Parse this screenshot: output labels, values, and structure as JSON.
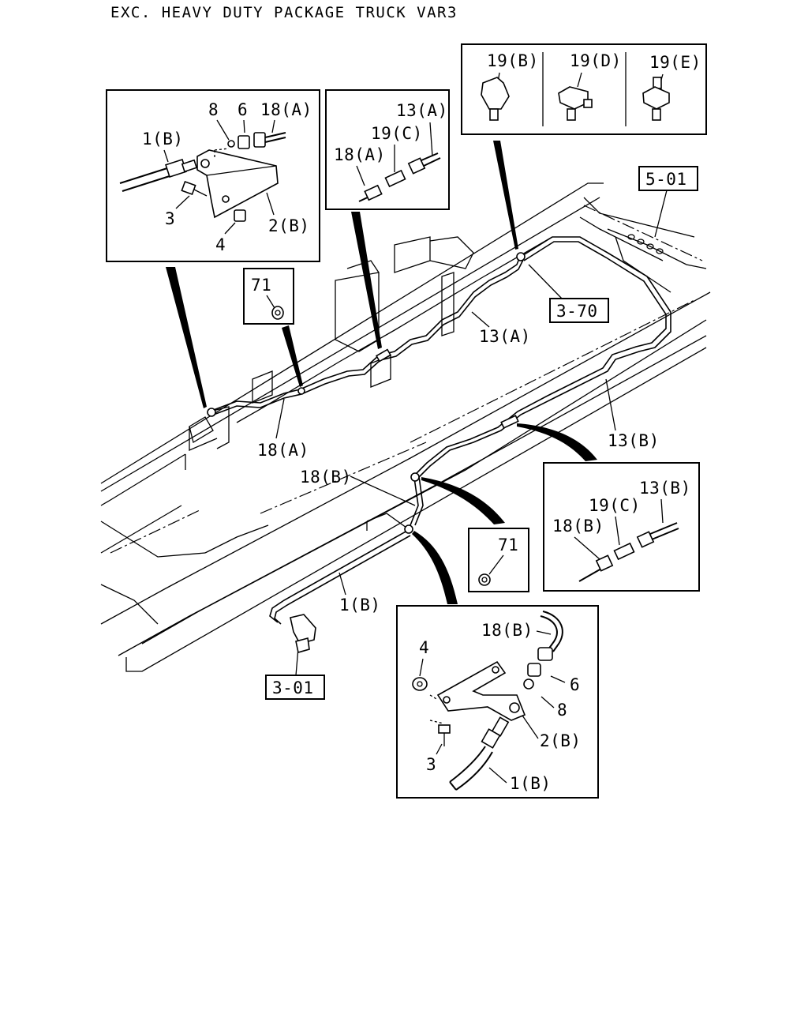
{
  "header": {
    "title": "EXC. HEAVY DUTY PACKAGE TRUCK VAR3"
  },
  "refs": {
    "r501": "5-01",
    "r370": "3-70",
    "r301": "3-01"
  },
  "main_labels": {
    "l13a": "13(A)",
    "l18a": "18(A)",
    "l13b": "13(B)",
    "l18b": "18(B)",
    "l1b": "1(B)"
  },
  "detail_top_left": {
    "l8": "8",
    "l6": "6",
    "l18a": "18(A)",
    "l1b": "1(B)",
    "l3": "3",
    "l2b": "2(B)",
    "l4": "4"
  },
  "detail_top_mid": {
    "l13a": "13(A)",
    "l19c": "19(C)",
    "l18a": "18(A)"
  },
  "detail_top_right": {
    "l19b": "19(B)",
    "l19d": "19(D)",
    "l19e": "19(E)"
  },
  "box71_upper": {
    "label": "71"
  },
  "box71_lower": {
    "label": "71"
  },
  "detail_mid_right": {
    "l13b": "13(B)",
    "l19c": "19(C)",
    "l18b": "18(B)"
  },
  "detail_bottom": {
    "l18b": "18(B)",
    "l4": "4",
    "l6": "6",
    "l8": "8",
    "l2b": "2(B)",
    "l3": "3",
    "l1b": "1(B)"
  }
}
